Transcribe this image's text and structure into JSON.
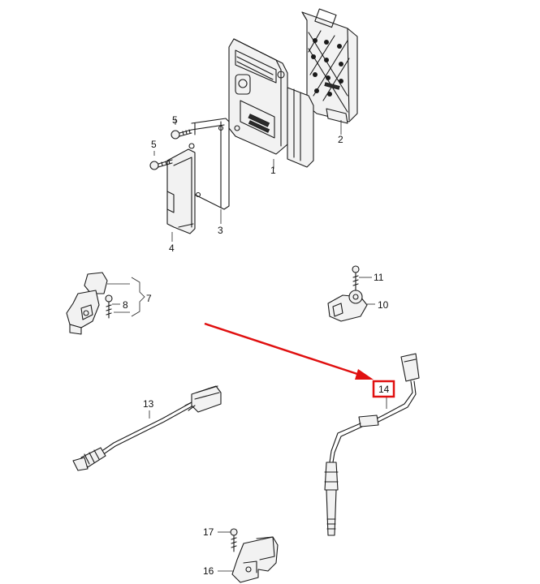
{
  "diagram": {
    "parts": [
      {
        "id": "1",
        "label": "1"
      },
      {
        "id": "2",
        "label": "2"
      },
      {
        "id": "3",
        "label": "3"
      },
      {
        "id": "4",
        "label": "4"
      },
      {
        "id": "5a",
        "label": "5"
      },
      {
        "id": "5b",
        "label": "5"
      },
      {
        "id": "7",
        "label": "7"
      },
      {
        "id": "8",
        "label": "8"
      },
      {
        "id": "10",
        "label": "10"
      },
      {
        "id": "11",
        "label": "11"
      },
      {
        "id": "13",
        "label": "13"
      },
      {
        "id": "14",
        "label": "14"
      },
      {
        "id": "16",
        "label": "16"
      },
      {
        "id": "17",
        "label": "17"
      }
    ],
    "highlighted_part": "14",
    "highlight_color": "#e01010"
  }
}
